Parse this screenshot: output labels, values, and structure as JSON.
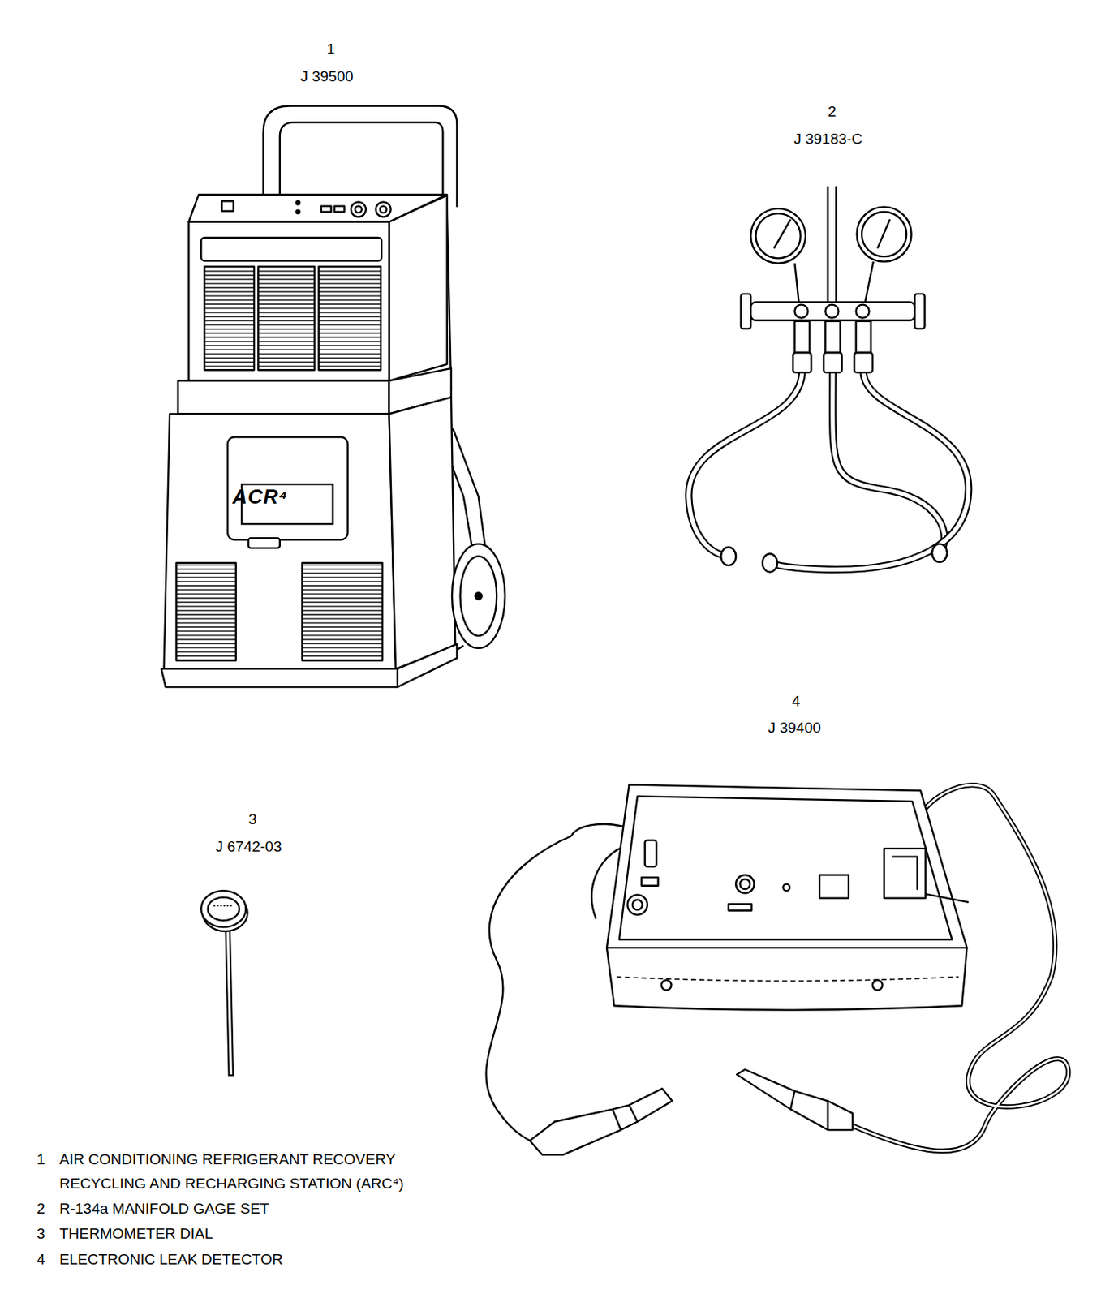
{
  "diagram": {
    "labels": [
      "1",
      "J 39500",
      "ACR⁴",
      "2",
      "J 39183-C",
      "4",
      "J 39400",
      "3",
      "J 6742-03",
      "1",
      "AIR CONDITIONING REFRIGERANT RECOVERY RECYCLING AND RECHARGING STATION (ARC⁴)",
      "2",
      "R-134a MANIFOLD GAGE SET",
      "3",
      "THERMOMETER DIAL",
      "4",
      "ELECTRONIC LEAK DETECTOR"
    ]
  }
}
